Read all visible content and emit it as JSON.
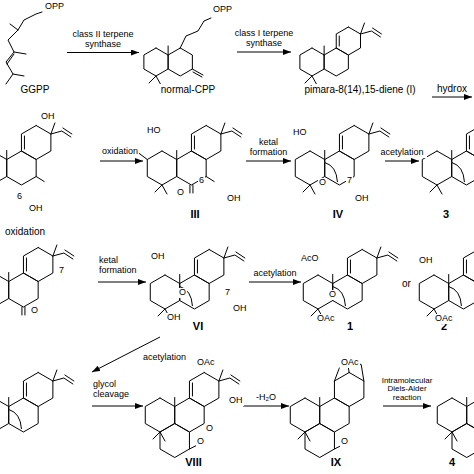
{
  "diagram": {
    "nodes": [
      {
        "text": [
          "GGPP"
        ]
      },
      {
        "text": [
          "normal-CPP"
        ]
      },
      {
        "text": [
          "pimara-8(14),15-diene (I)"
        ]
      },
      {
        "text": [
          "III"
        ]
      },
      {
        "text": [
          "IV"
        ]
      },
      {
        "text": [
          "3"
        ]
      },
      {
        "text": [
          "VI"
        ]
      },
      {
        "text": [
          "1"
        ]
      },
      {
        "text": [
          "2"
        ]
      },
      {
        "text": [
          "VIII"
        ]
      },
      {
        "text": [
          "IX"
        ]
      },
      {
        "text": [
          "4"
        ]
      }
    ],
    "edges": [
      {
        "from": 0,
        "to": 1,
        "arrow": "to",
        "label": "class II terpene synthase"
      },
      {
        "from": 1,
        "to": 2,
        "arrow": "to",
        "label": "class I terpene synthase"
      },
      {
        "from": 3,
        "to": 4,
        "arrow": "to",
        "label": "ketal formation"
      },
      {
        "from": 4,
        "to": 5,
        "arrow": "to",
        "label": "acetylation"
      },
      {
        "from": 6,
        "to": 7,
        "arrow": "to",
        "label": "acetylation"
      },
      {
        "from": 9,
        "to": 10,
        "arrow": "to",
        "label": "-H₂O"
      },
      {
        "from": 10,
        "to": 11,
        "arrow": "to",
        "label": "Intramolecular Diels-Alder reaction"
      }
    ],
    "labels": [
      "OPP",
      "OPP",
      "hydrox",
      "OH",
      "6",
      "OH",
      "oxidation",
      "HO",
      "O",
      "6",
      "OH",
      "HO",
      "O",
      "7",
      "OH",
      "oxidation",
      "7",
      "O",
      "ketal formation",
      "OH",
      "O",
      "7",
      "OH",
      "OH",
      "AcO",
      "O",
      "OAc",
      "or",
      "OH",
      "OAc",
      "acetylation",
      "glycol cleavage",
      "OAc",
      "OH",
      "O",
      "O",
      "OAc",
      "O"
    ]
  }
}
